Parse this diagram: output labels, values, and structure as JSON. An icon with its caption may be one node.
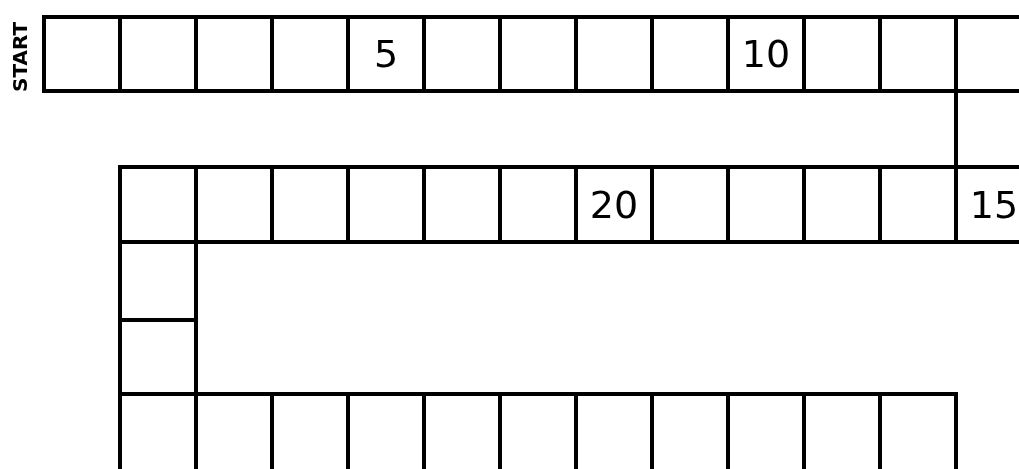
{
  "diagram": {
    "nodes": [
      {
        "text": [],
        "shape": "box"
      },
      {
        "text": [],
        "shape": "box"
      },
      {
        "text": [],
        "shape": "box"
      },
      {
        "text": [],
        "shape": "box"
      },
      {
        "text": [
          "5"
        ]
      },
      {
        "text": [],
        "shape": "box"
      },
      {
        "text": [],
        "shape": "box"
      },
      {
        "text": [],
        "shape": "box"
      },
      {
        "text": [],
        "shape": "box"
      },
      {
        "text": [
          "10"
        ]
      },
      {
        "text": [],
        "shape": "box"
      },
      {
        "text": [],
        "shape": "box"
      },
      {
        "text": [],
        "shape": "box"
      },
      {
        "text": [],
        "shape": "box"
      },
      {
        "text": [
          "15"
        ]
      },
      {
        "text": [],
        "shape": "box"
      },
      {
        "text": [],
        "shape": "box"
      },
      {
        "text": [],
        "shape": "box"
      },
      {
        "text": [],
        "shape": "box"
      },
      {
        "text": [
          "20"
        ]
      },
      {
        "text": [],
        "shape": "box"
      },
      {
        "text": [],
        "shape": "box"
      },
      {
        "text": [],
        "shape": "box"
      },
      {
        "text": [],
        "shape": "box"
      },
      {
        "text": [],
        "shape": "box"
      },
      {
        "text": [],
        "shape": "box"
      },
      {
        "text": [],
        "shape": "box"
      },
      {
        "text": [],
        "shape": "box"
      },
      {
        "text": [],
        "shape": "box"
      },
      {
        "text": [],
        "shape": "box"
      },
      {
        "text": [],
        "shape": "box"
      },
      {
        "text": [],
        "shape": "box"
      },
      {
        "text": [],
        "shape": "box"
      },
      {
        "text": [],
        "shape": "box"
      },
      {
        "text": [],
        "shape": "box"
      },
      {
        "text": [],
        "shape": "box"
      },
      {
        "text": [],
        "shape": "box"
      },
      {
        "text": [],
        "shape": "box"
      },
      {
        "text": [],
        "shape": "box"
      }
    ],
    "labels": [
      "START"
    ]
  }
}
